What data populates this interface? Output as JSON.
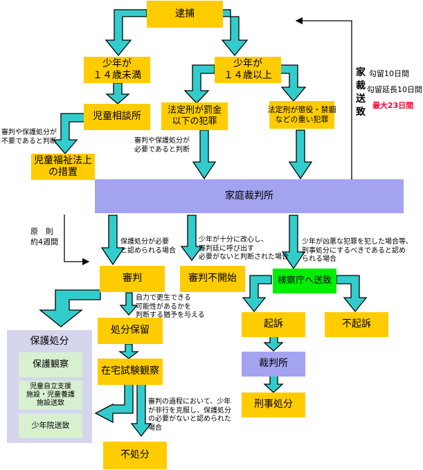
{
  "nodes": {
    "arrest": "逮捕",
    "under14": "少年が\n１４歳未満",
    "over14": "少年が\n１４歳以上",
    "child_center": "児童相談所",
    "fine_crime": "法定刑が罰金\n以下の犯罪",
    "heavy_crime": "法定刑が懲役・禁錮\nなどの重い犯罪",
    "welfare": "児童福祉法上\nの措置",
    "family_court": "家庭裁判所",
    "hearing": "審判",
    "no_hearing": "審判不開始",
    "prosecutor": "検察庁へ送致",
    "indictment": "起訴",
    "non_indictment": "不起訴",
    "court": "裁判所",
    "criminal": "刑事処分",
    "suspended": "処分保留",
    "probation_trial": "在宅試験観察",
    "no_disposition": "不処分"
  },
  "protection": {
    "title": "保護処分",
    "items": [
      "保護観察",
      "児童自立支援\n施設・児童養護\n施設送致",
      "少年院送致"
    ]
  },
  "notes": {
    "not_needed": "審判や保護処分が\n不要であると判断",
    "needed": "審判や保護処分が\n必要であると判断",
    "rule": "原　則\n約4週間",
    "protect_needed": "保護処分が必要\nと認められる場合",
    "reformed": "少年が十分に改心し、\n審判廷に呼び出す\n必要がないと判断された場合",
    "serious": "少年が凶悪な犯罪を犯した場合等、\n刑事処分にするべきであると認め\nられる場合",
    "rehab": "自力で更生できる\n可能性があるかを\n判断する猶予を与える",
    "overcome": "審判の過程において、少年\nが非行を克服し、保護処分\nの必要がないと認められた\n場合"
  },
  "detention": {
    "label": "家裁送致",
    "line1": "勾留10日間",
    "line2": "勾留延長10日間",
    "line3": "最大23日間",
    "line3_color": "#ff0033"
  },
  "colors": {
    "yellow": "#ffcc00",
    "green": "#00ee00",
    "purple": "#a3a3f0",
    "lavender": "#d5d5ee",
    "teal": "#33cccc"
  }
}
